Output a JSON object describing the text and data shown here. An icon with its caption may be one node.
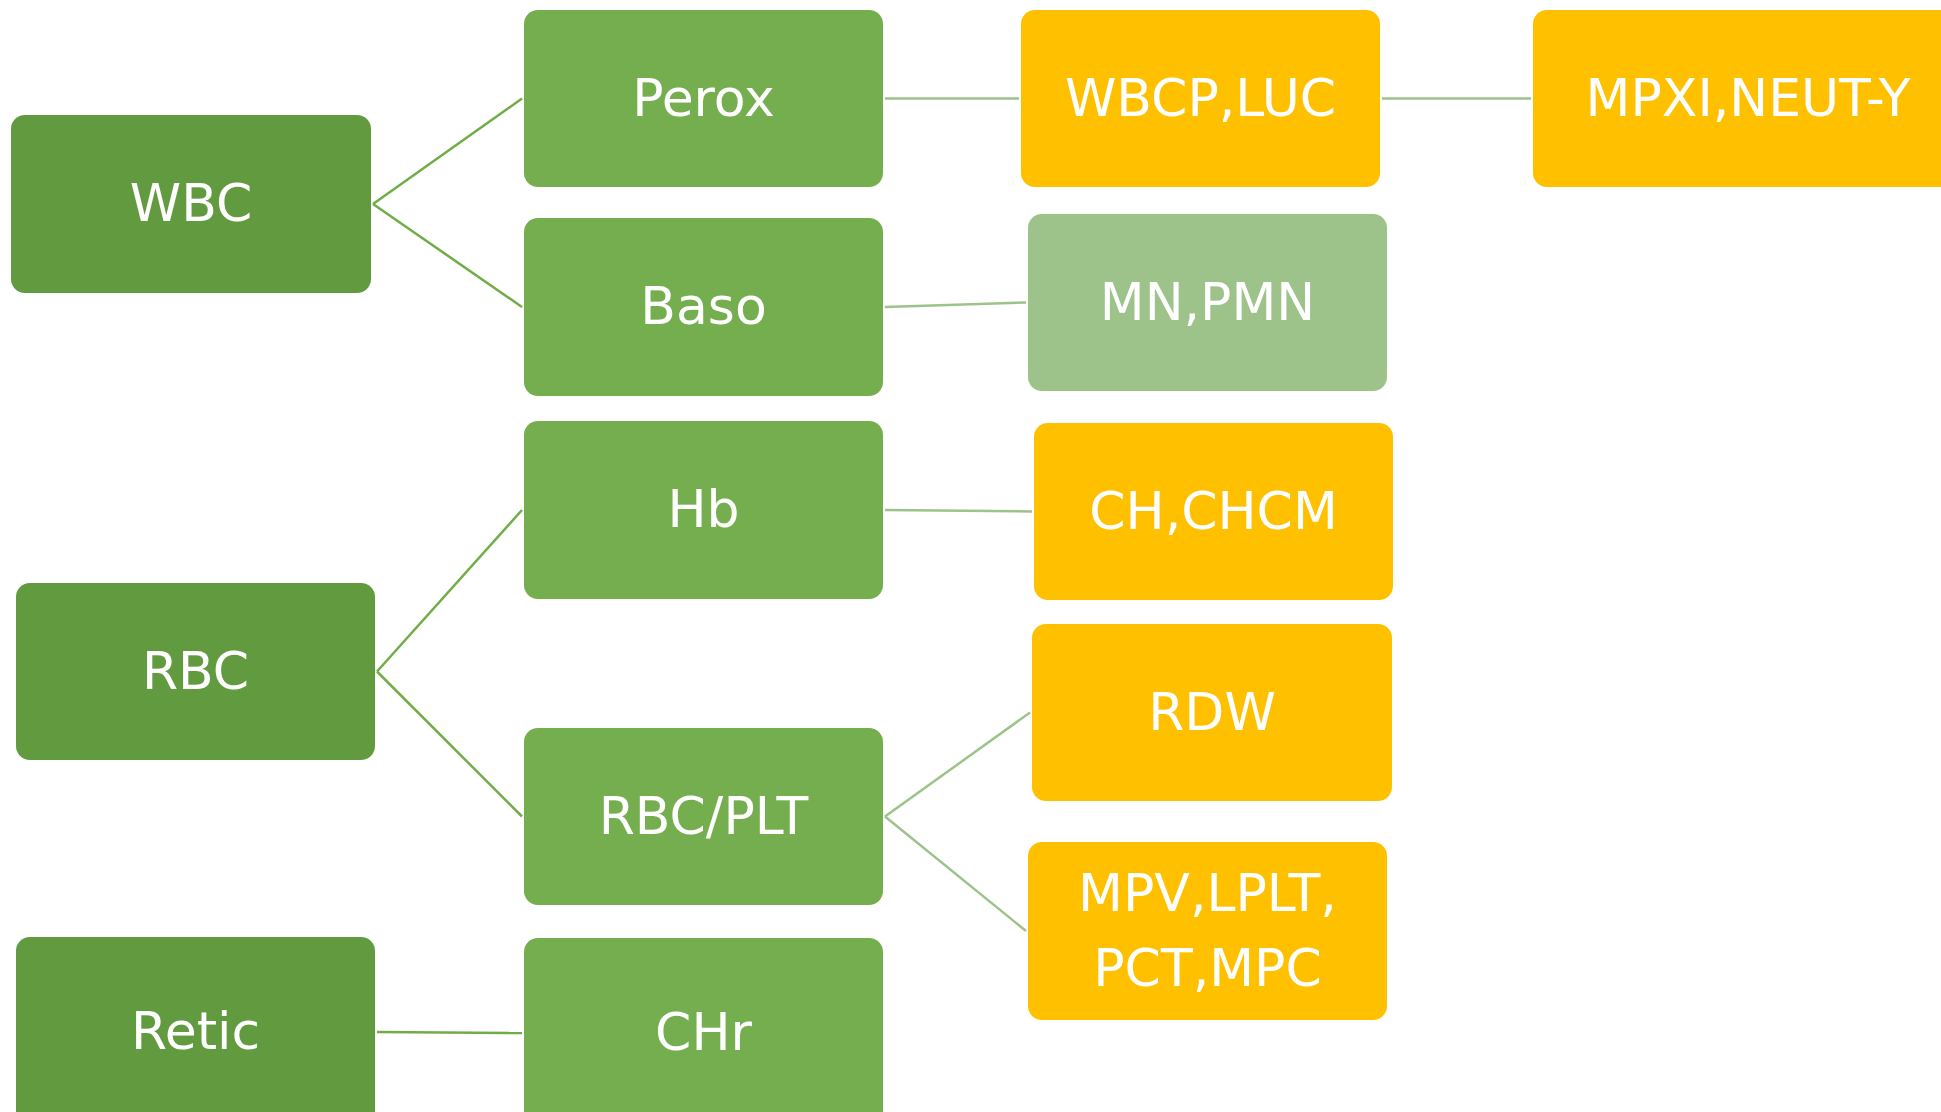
{
  "diagram": {
    "nodes": [
      {
        "text": [
          "WBC"
        ]
      },
      {
        "text": [
          "Perox"
        ]
      },
      {
        "text": [
          "WBCP,LUC"
        ]
      },
      {
        "text": [
          "MPXI,NEUT-Y"
        ]
      },
      {
        "text": [
          "Baso"
        ]
      },
      {
        "text": [
          "MN,PMN"
        ]
      },
      {
        "text": [
          "RBC"
        ]
      },
      {
        "text": [
          "Hb"
        ]
      },
      {
        "text": [
          "CH,CHCM"
        ]
      },
      {
        "text": [
          "RBC/PLT"
        ]
      },
      {
        "text": [
          "RDW"
        ]
      },
      {
        "text": [
          "MPV,LPLT, PCT,MPC"
        ]
      },
      {
        "text": [
          "Retic"
        ]
      },
      {
        "text": [
          "CHr"
        ]
      }
    ],
    "edges": [
      {
        "from": 0,
        "to": 1,
        "arrow": "none",
        "color": "#70ad47"
      },
      {
        "from": 0,
        "to": 4,
        "arrow": "none",
        "color": "#70ad47"
      },
      {
        "from": 1,
        "to": 2,
        "arrow": "none"
      },
      {
        "from": 2,
        "to": 3,
        "arrow": "none"
      },
      {
        "from": 4,
        "to": 5,
        "arrow": "none"
      },
      {
        "from": 6,
        "to": 7,
        "arrow": "none",
        "color": "#70ad47"
      },
      {
        "from": 6,
        "to": 9,
        "arrow": "none",
        "color": "#70ad47"
      },
      {
        "from": 7,
        "to": 8,
        "arrow": "none"
      },
      {
        "from": 9,
        "to": 10,
        "arrow": "none"
      },
      {
        "from": 9,
        "to": 11,
        "arrow": "none"
      },
      {
        "from": 12,
        "to": 13,
        "arrow": "none",
        "color": "#70ad47"
      }
    ]
  }
}
